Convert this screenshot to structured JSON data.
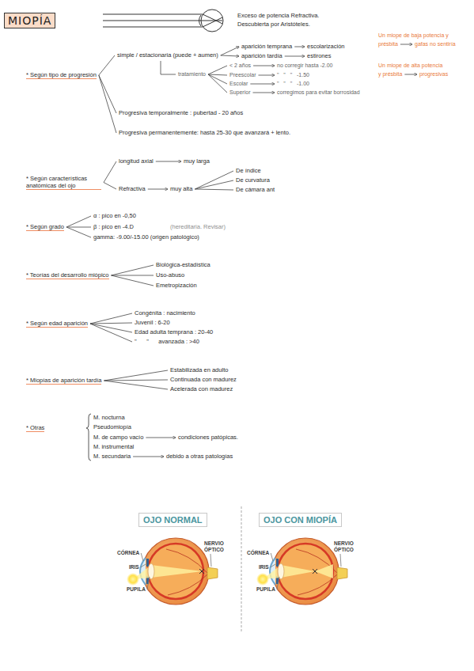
{
  "diagram": {
    "title": "MIOPÍA",
    "nodes": [
      {
        "text": [
          "OJO NORMAL"
        ]
      },
      {
        "text": [
          "OJO CON MIOPÍA"
        ]
      }
    ],
    "labels": [
      "Exceso de potencia Refractiva.",
      "Descubierta por Aristóteles.",
      "Un miope de baja potencia y",
      "présbita",
      "gafas no sentiría",
      "Un miope de alta potencia",
      "y présbita",
      "progresivas",
      "* Según tipo de progresión",
      "simple / estacionaria (puede + aumen)",
      "aparición temprana",
      "escolarización",
      "aparición tardía",
      "estirones",
      "tratamiento",
      "< 2 años",
      "no corregir hasta -2.00",
      "Preescolar",
      "\"   \"   \"   -1.50",
      "Escolar",
      "\"   \"   \"   -1.00",
      "Superior",
      "corregimos para evitar borrosidad",
      "Progresiva temporalmente : pubertad - 20 años",
      "Progresiva permanentemente: hasta 25-30 que avanzará + lento.",
      "* Según características anatómicas del ojo",
      "longitud axial",
      "muy larga",
      "Refractiva",
      "muy alta",
      "De índice",
      "De curvatura",
      "De cámara ant",
      "* Según grado",
      "α : pico en -0,50",
      "β : pico en -4.D",
      "(hereditaria. Revisar)",
      "gamma: -9.00/-15.00 (origen patológico)",
      "* Teorías del desarrollo miópico",
      "Biológica-estadística",
      "Uso-abuso",
      "Emetropización",
      "* Según edad aparición",
      "Congénita : nacimiento",
      "Juvenil : 6-20",
      "Edad adulta temprana : 20-40",
      "\"      \"      avanzada : >40",
      "* Miopías de aparición tardía",
      "Estabilizada en adulto",
      "Continuada con madurez",
      "Acelerada con madurez",
      "* Otras",
      "M. nocturna",
      "Pseudomiopía",
      "M. de campo vacío",
      "condiciones patópicas.",
      "M. instrumental",
      "M. secundaria",
      "debido a otras patologías",
      "CÓRNEA",
      "IRIS",
      "PUPILA",
      "NERVIO ÓPTICO",
      "CÓRNEA",
      "IRIS",
      "PUPILA",
      "NERVIO ÓPTICO"
    ]
  }
}
